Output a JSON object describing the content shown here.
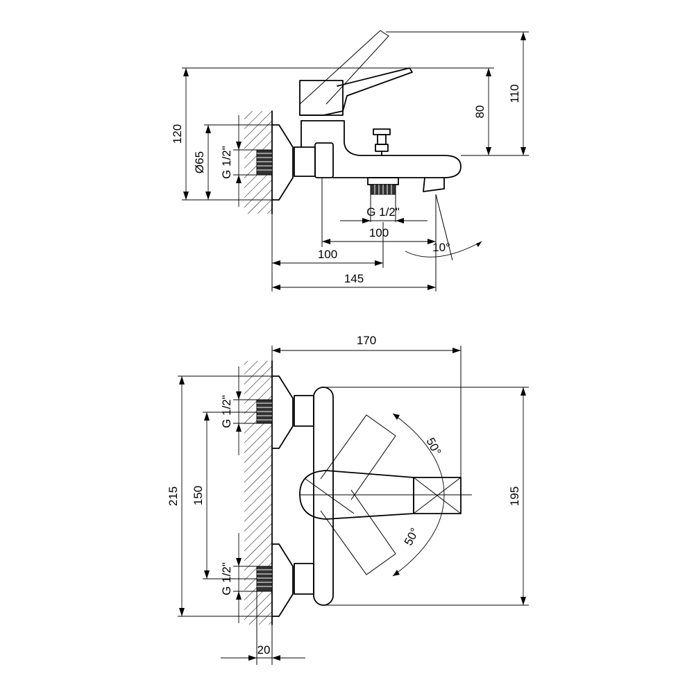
{
  "diagram": {
    "side_view": {
      "width_total": "145",
      "to_diverter": "100",
      "spout_offset": "100",
      "outlet_thread": "G 1/2\"",
      "spout_angle": "10°",
      "height_lever": "110",
      "height_body": "80",
      "height_total": "120",
      "flange_diameter": "Ø65",
      "inlet_thread": "G 1/2\""
    },
    "top_view": {
      "depth_total": "170",
      "height_total": "215",
      "centers": "150",
      "body_length": "195",
      "lever_angle_upper": "50°",
      "lever_angle_lower": "50°",
      "upper_inlet_thread": "G 1/2\"",
      "lower_inlet_thread": "G 1/2\"",
      "wall_depth": "20"
    }
  }
}
